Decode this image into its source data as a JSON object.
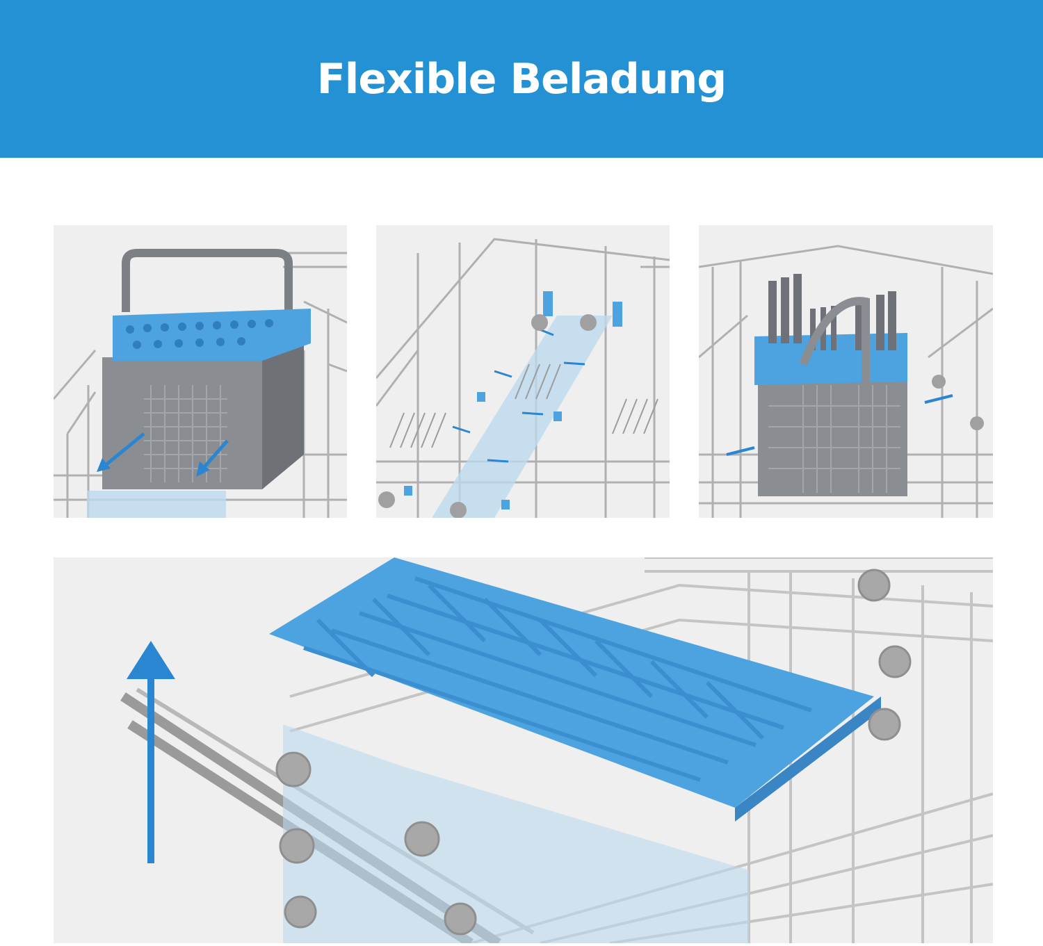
{
  "header": {
    "title": "Flexible Beladung"
  },
  "colors": {
    "banner": "#2391d3",
    "accent_blue": "#4da3e0",
    "light_blue_tray": "#bcd9ee",
    "basket_gray": "#7c7f84",
    "wire_gray": "#a8a8a8",
    "panel_bg": "#efefef",
    "title_text": "#ffffff"
  },
  "panels": [
    {
      "name": "cutlery-basket-removable",
      "icons": [
        "cutlery-basket-icon",
        "arrow-icon"
      ]
    },
    {
      "name": "foldable-tines-rack",
      "icons": [
        "rack-rail-icon",
        "arrow-icon"
      ]
    },
    {
      "name": "cutlery-basket-filled",
      "icons": [
        "cutlery-basket-icon",
        "arrow-icon"
      ]
    },
    {
      "name": "height-adjustable-upper-rack",
      "icons": [
        "cutlery-tray-icon",
        "up-arrow-icon"
      ]
    }
  ]
}
